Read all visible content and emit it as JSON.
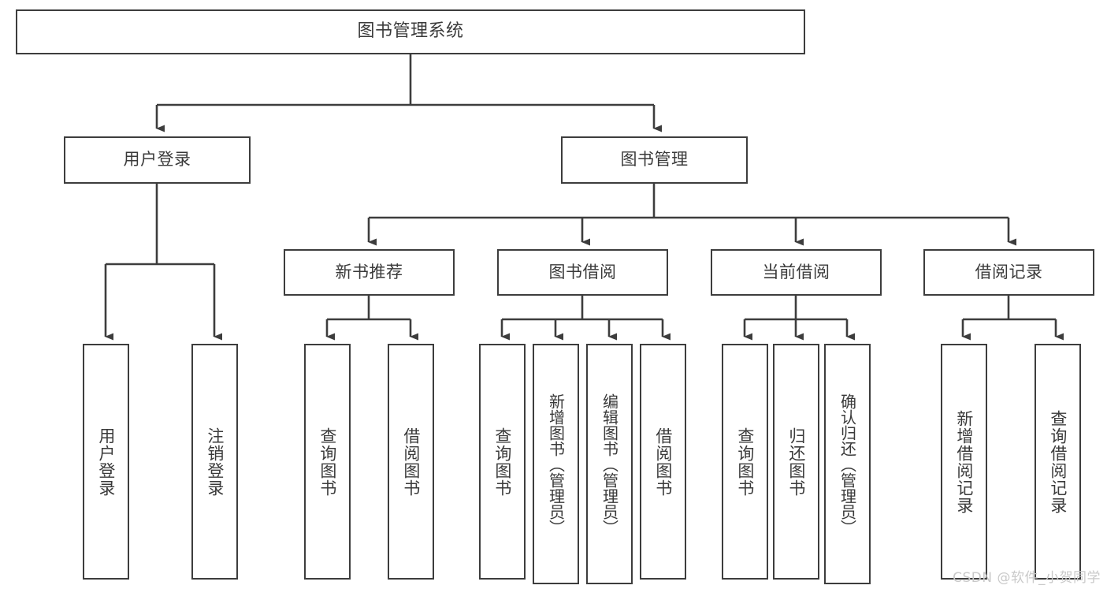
{
  "diagram": {
    "type": "tree",
    "title": "图书管理系统",
    "orientation": "top-down",
    "edge_style": "orthogonal-arrow",
    "colors": {
      "background": "#ffffff",
      "node_fill": "#ffffff",
      "node_border": "#3d3d3d",
      "edge": "#3d3d3d",
      "text": "#3a3a3a",
      "watermark": "#c9c9c9"
    }
  },
  "root": {
    "label": "图书管理系统"
  },
  "level2": [
    {
      "label": "用户登录"
    },
    {
      "label": "图书管理"
    }
  ],
  "level3": [
    {
      "label": "新书推荐"
    },
    {
      "label": "图书借阅"
    },
    {
      "label": "当前借阅"
    },
    {
      "label": "借阅记录"
    }
  ],
  "leaves": {
    "user_login": [
      {
        "label": "用户登录"
      },
      {
        "label": "注销登录"
      }
    ],
    "new_book_recommend": [
      {
        "label": "查询图书"
      },
      {
        "label": "借阅图书"
      }
    ],
    "book_borrow": [
      {
        "label": "查询图书"
      },
      {
        "label": "新增图书（管理员）"
      },
      {
        "label": "编辑图书（管理员）"
      },
      {
        "label": "借阅图书"
      }
    ],
    "current_borrow": [
      {
        "label": "查询图书"
      },
      {
        "label": "归还图书"
      },
      {
        "label": "确认归还（管理员）"
      }
    ],
    "borrow_records": [
      {
        "label": "新增借阅记录"
      },
      {
        "label": "查询借阅记录"
      }
    ]
  },
  "watermark": {
    "text": "CSDN @软件_小贺同学"
  }
}
